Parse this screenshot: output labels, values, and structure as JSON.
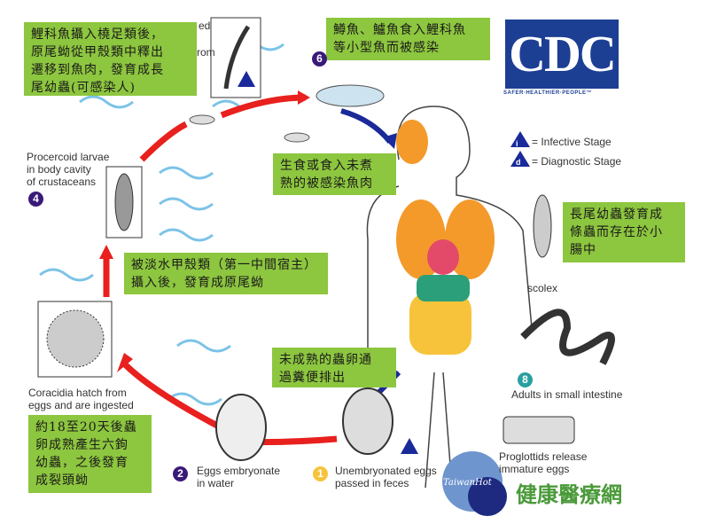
{
  "notes": {
    "n1": [
      "鯉科魚攝入橈足類後，",
      "原尾蚴從甲殼類中釋出",
      "遷移到魚肉，發育成長",
      "尾幼蟲(可感染人)"
    ],
    "n2": [
      "鱒魚、鱸魚食入鯉科魚",
      "等小型魚而被感染"
    ],
    "n3": [
      "生食或食入未煮",
      "熟的被感染魚肉"
    ],
    "n4": [
      "被淡水甲殼類（第一中間宿主）",
      "攝入後，發育成原尾蚴"
    ],
    "n5": [
      "未成熟的蟲卵通",
      "過糞便排出"
    ],
    "n6": [
      "長尾幼蟲發育成",
      "條蟲而存在於小",
      "腸中"
    ],
    "n7": [
      "約18至20天後蟲",
      "卵成熟產生六鉤",
      "幼蟲，之後發育",
      "成裂頭蚴"
    ]
  },
  "labels": {
    "frag1": "ed",
    "frag2": "rom",
    "procercoid": [
      "Procercoid larvae",
      "in body cavity",
      "of crustaceans"
    ],
    "coracidia": [
      "Coracidia hatch from",
      "eggs and are ingested"
    ],
    "eggs_embryonate": [
      "Eggs embryonate",
      "in water"
    ],
    "unembryonated": [
      "Unembryonated eggs",
      "passed in feces"
    ],
    "proglottids": [
      "Proglottids release",
      "immature eggs"
    ],
    "adults": "Adults in small intestine",
    "scolex": "scolex"
  },
  "stages": {
    "s1": "1",
    "s2": "2",
    "s4": "4",
    "s6": "6",
    "s8": "8"
  },
  "legend": {
    "i_symbol": "i",
    "d_symbol": "d",
    "infective": "= Infective Stage",
    "diagnostic": "= Diagnostic Stage"
  },
  "logo": {
    "text": "CDC",
    "tagline": "SAFER·HEALTHIER·PEOPLE™"
  },
  "watermark": {
    "taiwanhot": "TaiwanHot",
    "site": "健康醫療網"
  },
  "colors": {
    "note_bg": "#8dc63f",
    "arrow_red": "#e8201e",
    "arrow_blue": "#1a2a9a",
    "cdc_blue": "#1c3f94"
  }
}
